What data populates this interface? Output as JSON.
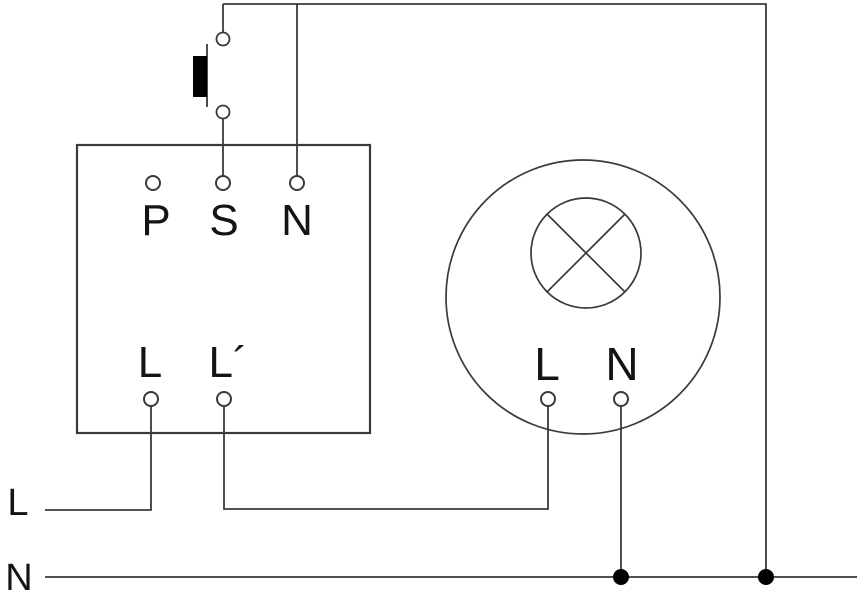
{
  "diagram": {
    "type": "wiring-schematic",
    "description": "Motion sensor wiring diagram with push-button, sensor terminal box (P S N / L L´), lamp with L N terminals, supply lines L and N",
    "colors": {
      "line": "#3a3a3a",
      "text": "#141414",
      "junction": "#000000",
      "background": "#ffffff"
    },
    "sensor_box": {
      "terminals_top": [
        {
          "label": "P"
        },
        {
          "label": "S"
        },
        {
          "label": "N"
        }
      ],
      "terminals_bottom": [
        {
          "label": "L"
        },
        {
          "label": "L´"
        }
      ]
    },
    "push_button": {
      "type": "momentary push-button, normally open"
    },
    "lamp": {
      "symbol": "circle with cross (luminaire)",
      "terminals": [
        {
          "label": "L"
        },
        {
          "label": "N"
        }
      ]
    },
    "supply": {
      "line_label": "L",
      "neutral_label": "N"
    }
  }
}
